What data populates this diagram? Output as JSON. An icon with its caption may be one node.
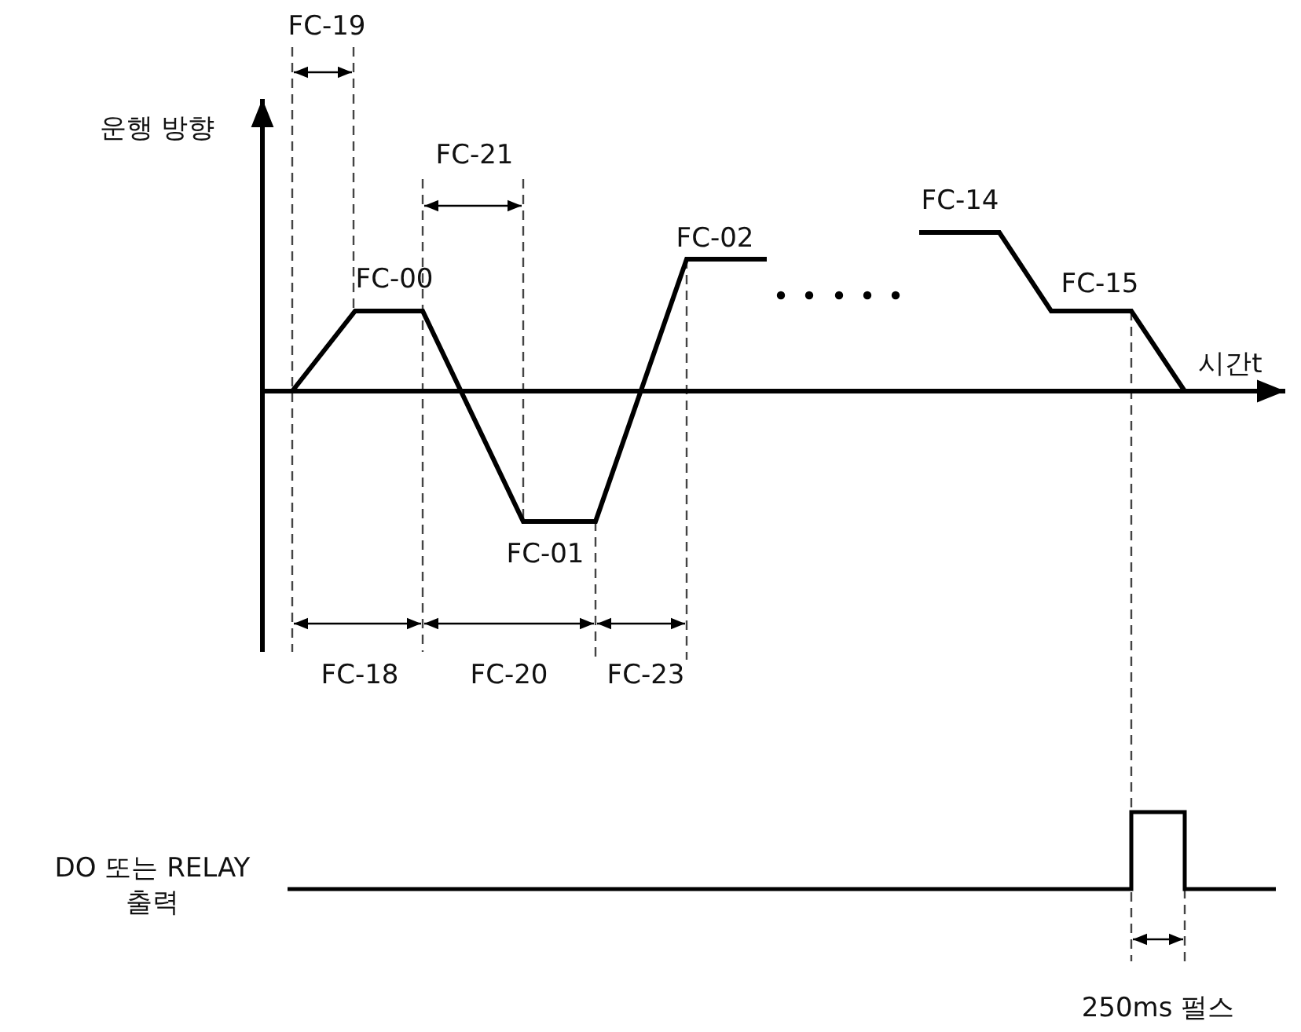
{
  "diagram": {
    "labels": [
      "FC-19",
      "운행 방향",
      "FC-21",
      "FC-14",
      "FC-02",
      "FC-00",
      "FC-15",
      "시간t",
      "FC-01",
      "FC-18",
      "FC-20",
      "FC-23",
      "DO 또는 RELAY 출력",
      "250ms 펄스"
    ]
  }
}
